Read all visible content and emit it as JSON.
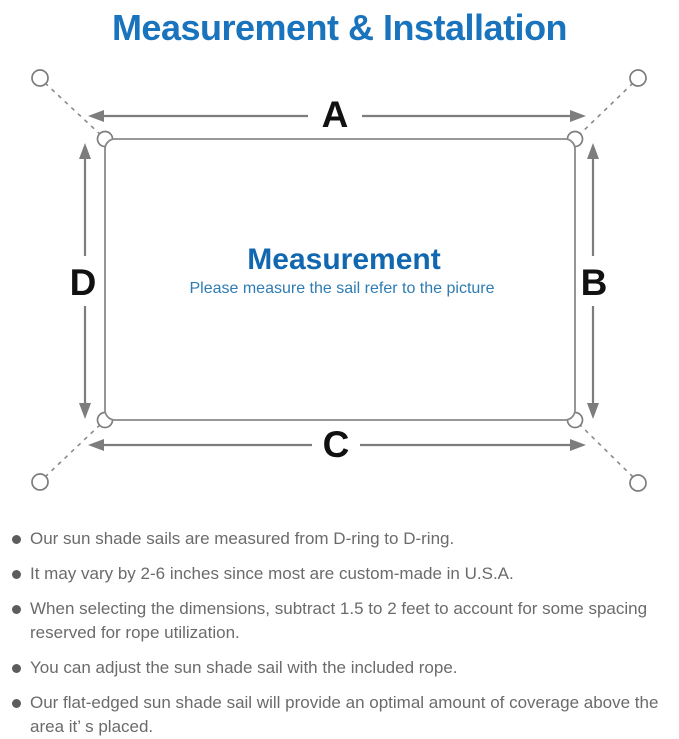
{
  "title": "Measurement & Installation",
  "diagram": {
    "labels": {
      "top": "A",
      "right": "B",
      "bottom": "C",
      "left": "D"
    },
    "center_heading": "Measurement",
    "center_subtitle": "Please measure the sail refer to the picture"
  },
  "notes": {
    "items": [
      "Our sun shade sails are measured from D-ring to D-ring.",
      "It may vary by 2-6 inches since most are custom-made in U.S.A.",
      "When selecting the dimensions, subtract 1.5 to 2 feet to account for some spacing reserved for rope utilization.",
      "You can adjust the sun shade sail with the included rope.",
      "Our flat-edged sun shade sail will provide an optimal amount of coverage above the area it’ s placed."
    ]
  },
  "colors": {
    "title_blue": "#1973bd",
    "heading_blue": "#1168b0",
    "subtitle_blue": "#2f7cb3",
    "note_text_gray": "#6b6b6b",
    "line_gray": "#7d7d7d",
    "outline_gray": "#8a8a8a",
    "label_black": "#111111"
  }
}
